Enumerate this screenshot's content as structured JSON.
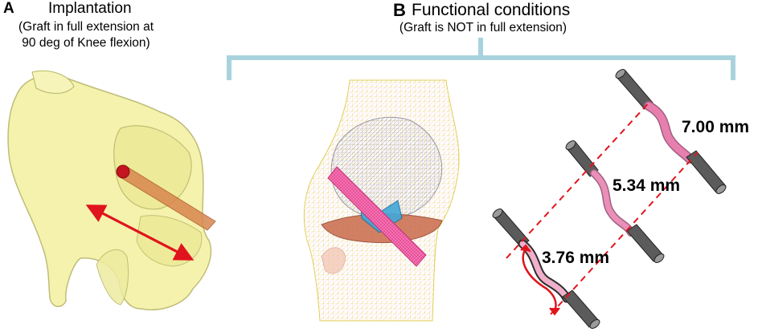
{
  "panel_a": {
    "letter": "A",
    "title": "Implantation",
    "subtitle_line1": "(Graft in full extension at",
    "subtitle_line2": "90 deg of Knee flexion)"
  },
  "panel_b": {
    "letter": "B",
    "title": "Functional conditions",
    "subtitle": "(Graft is NOT in full extension)"
  },
  "measurements": [
    "3.76 mm",
    "5.34 mm",
    "7.00 mm"
  ],
  "colors": {
    "bracket": "#a8d3dc",
    "bone": "#f3f1a4",
    "graft": "#e77fae",
    "arrow": "#e0141c",
    "cylinder": "#5b5b5b"
  }
}
